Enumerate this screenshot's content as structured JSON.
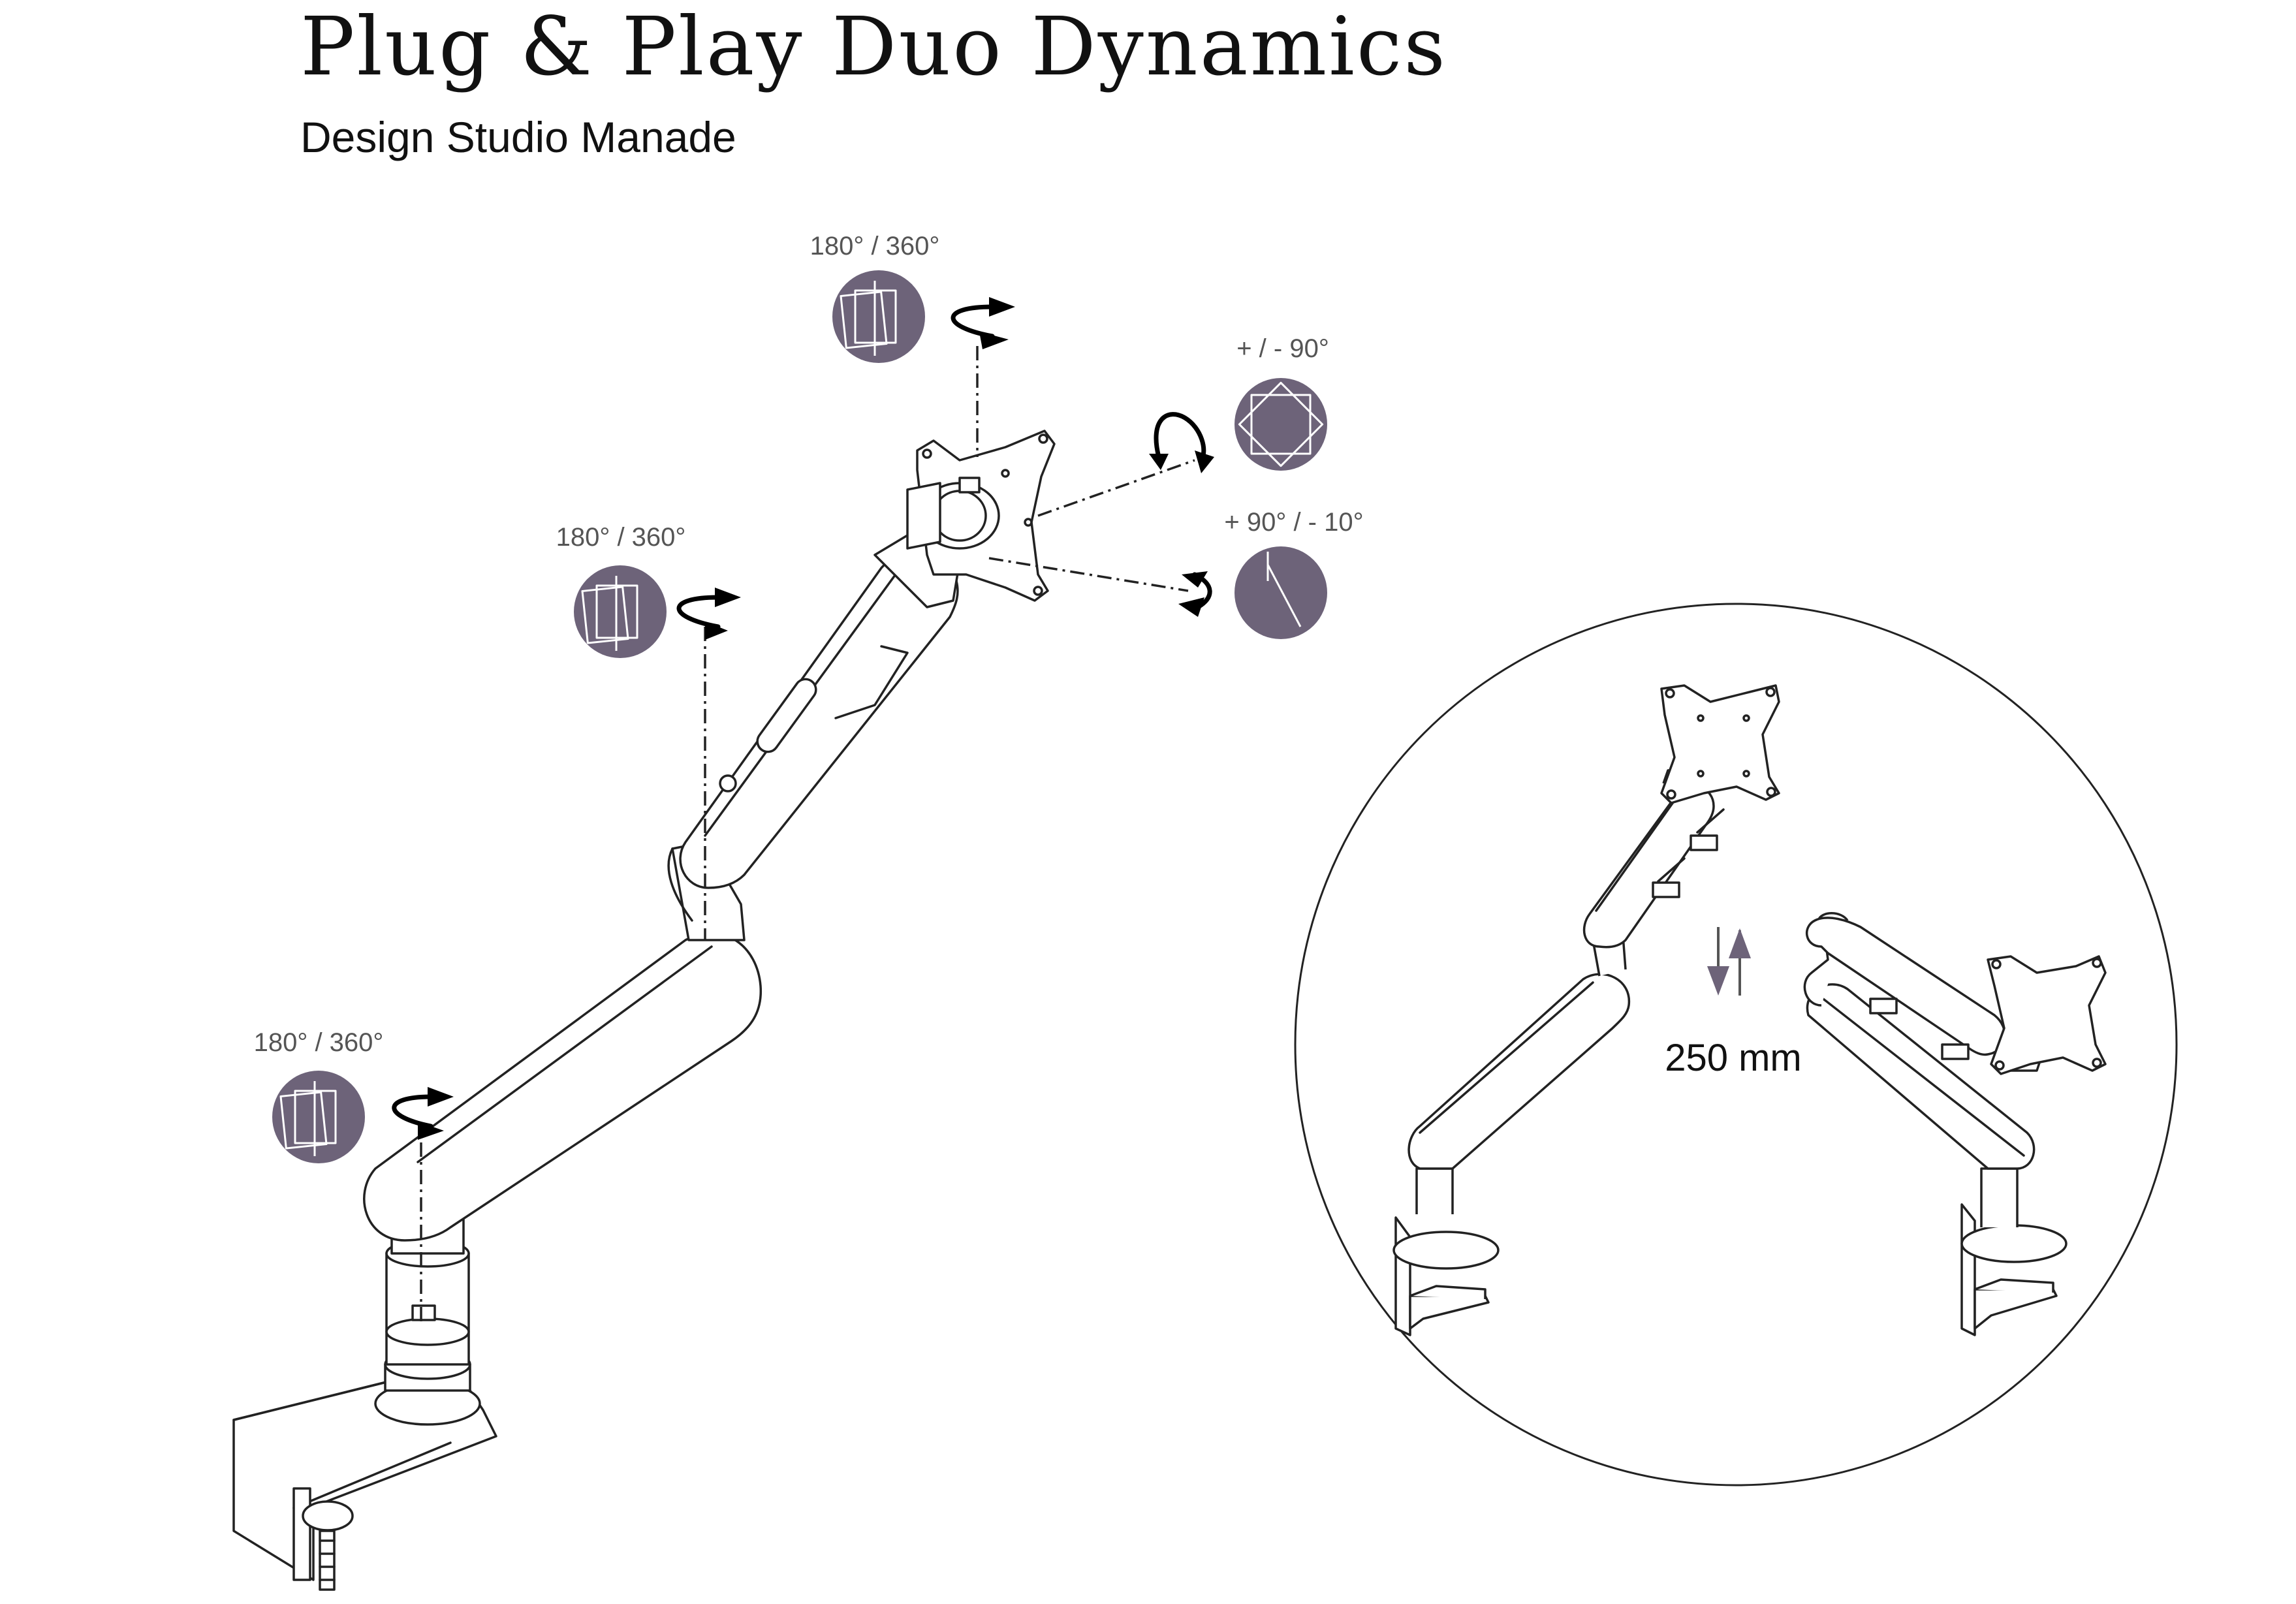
{
  "header": {
    "title": "Plug & Play Duo Dynamics",
    "subtitle": "Design Studio Manade"
  },
  "rotations": {
    "top_swivel": "180° / 360°",
    "mid_swivel": "180° / 360°",
    "base_swivel": "180° / 360°",
    "rotate": "+ / - 90°",
    "tilt": "+ 90° / - 10°"
  },
  "height_adjustment": {
    "label": "250 mm"
  },
  "colors": {
    "badge": "#6d6379",
    "line": "#222222"
  },
  "icons": [
    "swivel-icon",
    "rotate-icon",
    "tilt-icon",
    "height-arrows-icon"
  ]
}
